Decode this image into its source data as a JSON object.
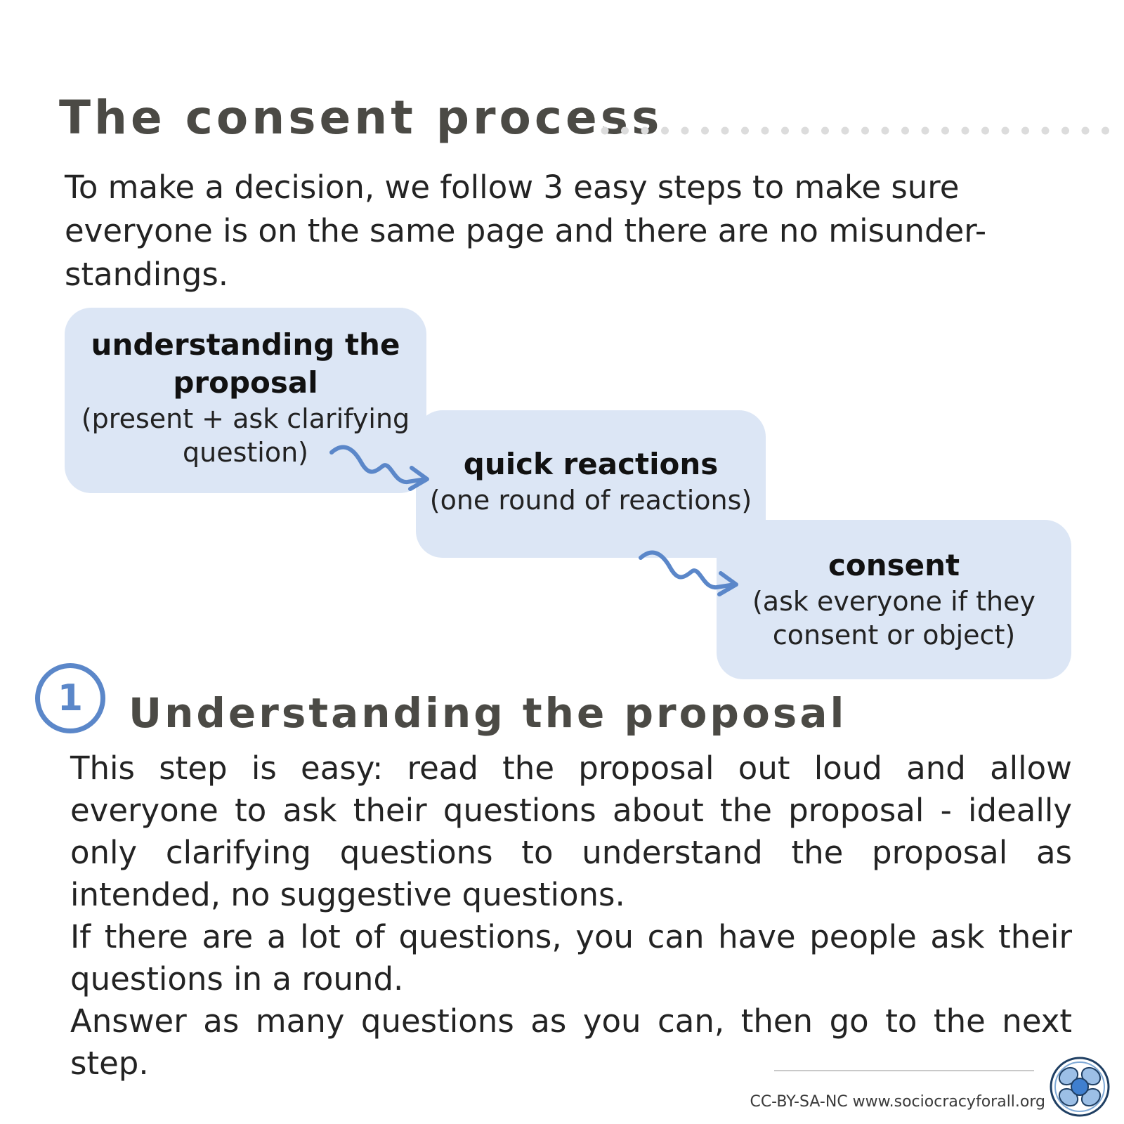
{
  "header": {
    "title": "The consent process"
  },
  "intro": {
    "text": "To make a decision, we follow 3 easy steps to make sure everyone is on the same page and there are no misunder-standings."
  },
  "steps": [
    {
      "name": "understanding the proposal",
      "desc": "(present + ask clarifying question)"
    },
    {
      "name": "quick reactions",
      "desc": "(one round of reactions)"
    },
    {
      "name": "consent",
      "desc": "(ask everyone if they consent or object)"
    }
  ],
  "section": {
    "number": "1",
    "title": "Understanding the proposal",
    "paragraphs": [
      "This step is easy: read the proposal out loud and allow everyone to ask their questions about the proposal - ideally only clarifying questions to understand the proposal as intended, no suggestive questions.",
      "If there are a lot of questions, you can have people ask their questions in a round.",
      "Answer as many questions as you can, then go to the next step."
    ]
  },
  "footer": {
    "license": "CC-BY-SA-NC www.sociocracyforall.org"
  },
  "colors": {
    "accent": "#5b87c9",
    "box": "#dce6f5",
    "heading": "#4b4a45",
    "text": "#232323"
  },
  "icons": {
    "arrow": "squiggle-arrow-icon",
    "logo": "sociocracy-for-all-logo-icon"
  }
}
